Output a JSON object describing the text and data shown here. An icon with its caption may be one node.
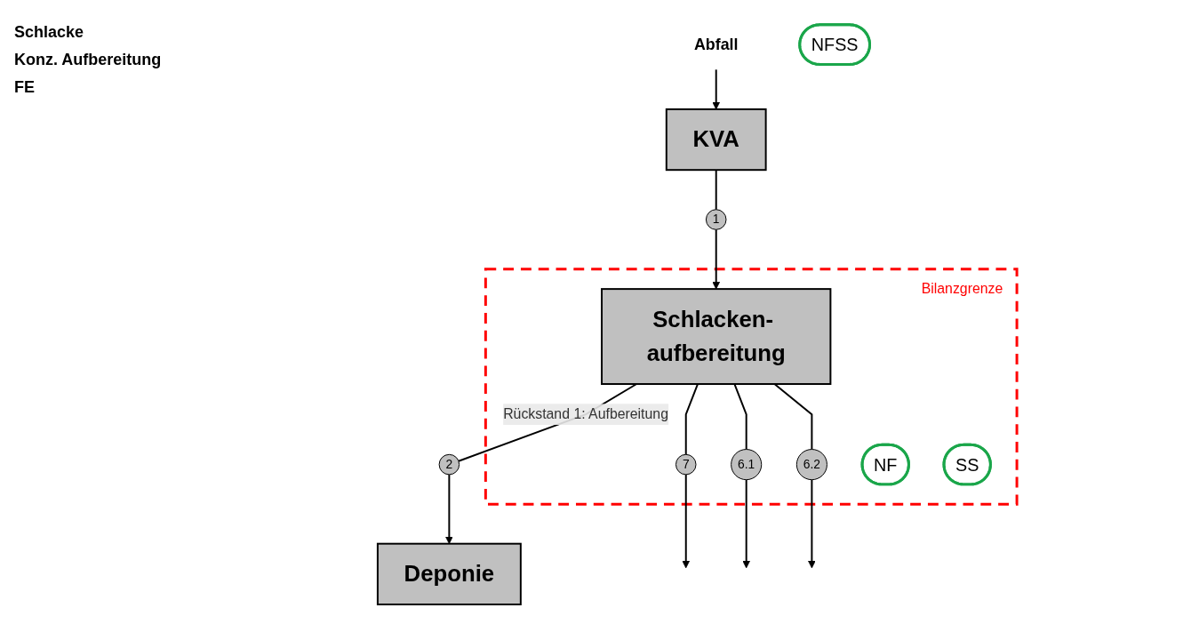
{
  "diagram": {
    "nodes": [
      {
        "text": [
          "Abfall"
        ]
      },
      {
        "text": [
          "KVA"
        ]
      },
      {
        "text": [
          "Bilanzgrenze"
        ]
      },
      {
        "text": [
          "1"
        ]
      },
      {
        "text": [
          "Schlacken- aufbereitung"
        ],
        "in": 2
      },
      {
        "text": [
          "2"
        ]
      },
      {
        "text": [
          "NFSS"
        ]
      },
      {
        "text": [
          "Deponie"
        ]
      },
      {
        "text": [
          "7"
        ],
        "in": 2
      },
      {
        "text": [
          "6.1"
        ],
        "in": 2
      },
      {
        "text": [
          "6.2"
        ],
        "in": 2
      },
      {
        "text": [
          "NF"
        ],
        "in": 2
      },
      {
        "text": [
          "SS"
        ],
        "in": 2
      }
    ],
    "edges": [
      {
        "from": 0,
        "to": 1,
        "arrow": "to"
      },
      {
        "from": 1,
        "to": 3,
        "arrow": "none"
      },
      {
        "from": 3,
        "to": 4,
        "arrow": "to"
      },
      {
        "from": 4,
        "to": 5,
        "arrow": "none",
        "label": "Rückstand 1: Aufbereitung"
      },
      {
        "from": 5,
        "to": 7,
        "arrow": "to"
      },
      {
        "from": 4,
        "to": 8,
        "arrow": "none"
      },
      {
        "from": 4,
        "to": 9,
        "arrow": "none"
      },
      {
        "from": 4,
        "to": 10,
        "arrow": "none"
      },
      {
        "from": 8,
        "to": null,
        "arrow": "to"
      },
      {
        "from": 9,
        "to": null,
        "arrow": "to"
      },
      {
        "from": 10,
        "to": null,
        "arrow": "to"
      }
    ],
    "labels": [
      "Schlacke",
      "Konz. Aufbereitung",
      "FE"
    ]
  }
}
